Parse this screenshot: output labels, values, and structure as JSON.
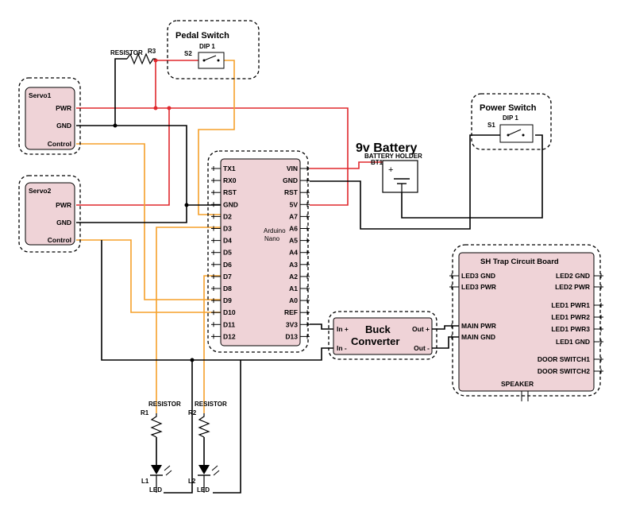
{
  "colors": {
    "power": "#e0282d",
    "signal": "#f5a02a",
    "ground": "#000000",
    "component_fill": "#efd3d7"
  },
  "pedal_switch": {
    "title": "Pedal Switch",
    "dip": "DIP 1",
    "ref": "S2"
  },
  "power_switch": {
    "title": "Power Switch",
    "dip": "DIP 1",
    "ref": "S1"
  },
  "resistor_r3": {
    "label": "RESISTOR",
    "ref": "R3"
  },
  "servo1": {
    "title": "Servo1",
    "pins": [
      "PWR",
      "GND",
      "Control"
    ]
  },
  "servo2": {
    "title": "Servo2",
    "pins": [
      "PWR",
      "GND",
      "Control"
    ]
  },
  "arduino": {
    "name_line1": "Arduino",
    "name_line2": "Nano",
    "left_pins": [
      "TX1",
      "RX0",
      "RST",
      "GND",
      "D2",
      "D3",
      "D4",
      "D5",
      "D6",
      "D7",
      "D8",
      "D9",
      "D10",
      "D11",
      "D12"
    ],
    "right_pins": [
      "VIN",
      "GND",
      "RST",
      "5V",
      "A7",
      "A6",
      "A5",
      "A4",
      "A3",
      "A2",
      "A1",
      "A0",
      "REF",
      "3V3",
      "D13"
    ]
  },
  "battery": {
    "title": "9v Battery",
    "holder": "BATTERY HOLDER",
    "ref": "BT1",
    "plus": "+"
  },
  "buck": {
    "line1": "Buck",
    "line2": "Converter",
    "in_plus": "In +",
    "in_minus": "In -",
    "out_plus": "Out +",
    "out_minus": "Out -"
  },
  "sh_board": {
    "title": "SH Trap Circuit Board",
    "left_pins": [
      "LED3 GND",
      "LED3 PWR",
      "MAIN PWR",
      "MAIN GND"
    ],
    "right_pins": [
      "LED2 GND",
      "LED2 PWR",
      "LED1 PWR1",
      "LED1 PWR2",
      "LED1 PWR3",
      "LED1 GND",
      "DOOR SWITCH1",
      "DOOR SWITCH2"
    ],
    "bottom_pin": "SPEAKER"
  },
  "r1": {
    "label": "RESISTOR",
    "ref": "R1"
  },
  "r2": {
    "label": "RESISTOR",
    "ref": "R2"
  },
  "l1": {
    "ref": "L1",
    "type": "LED"
  },
  "l2": {
    "ref": "L2",
    "type": "LED"
  }
}
